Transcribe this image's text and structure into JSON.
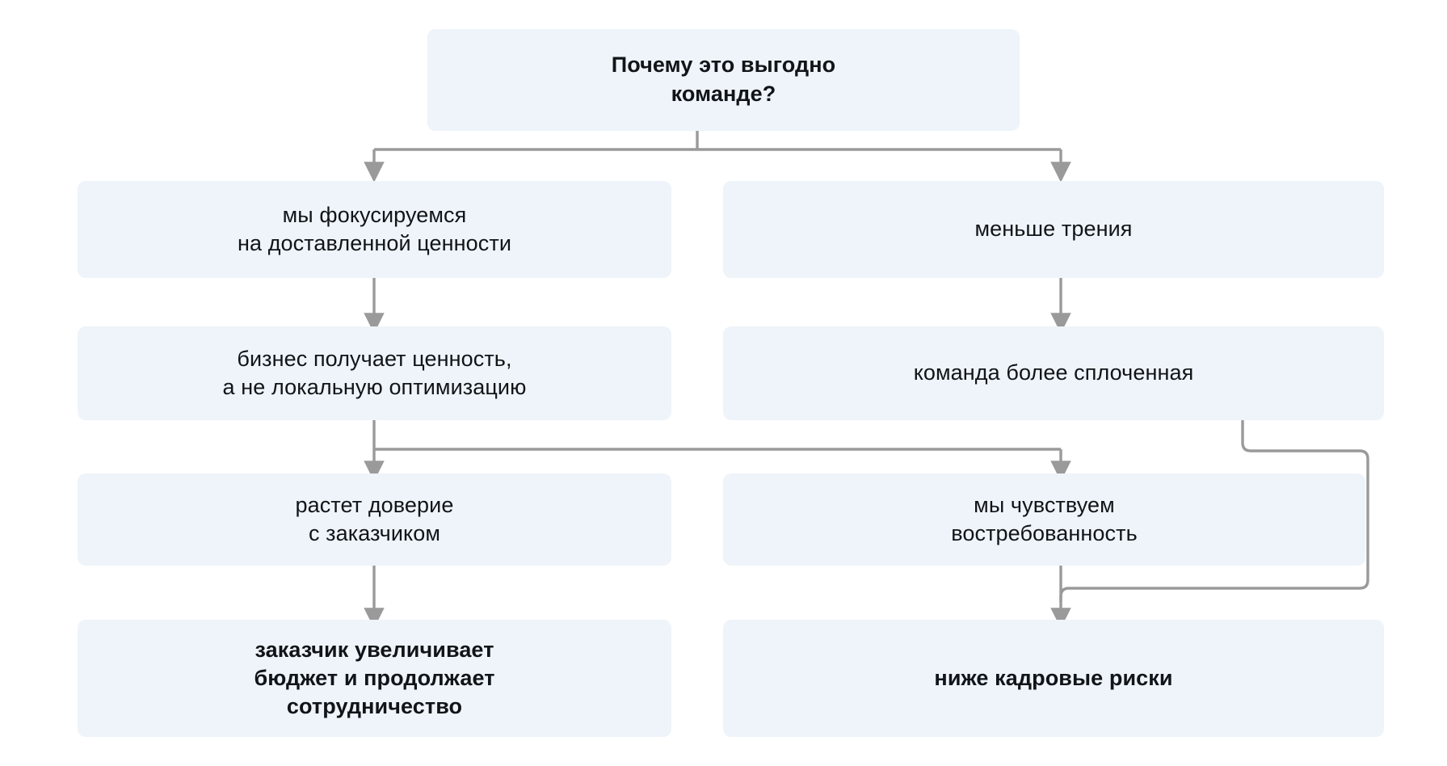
{
  "diagram": {
    "type": "flowchart",
    "title": "Почему это выгодно команде?",
    "background_color": "#ffffff",
    "node_fill_color": "#eef4f9",
    "connector_color": "#9a9a9a",
    "text_color": "#111418",
    "nodes": [
      {
        "id": "root",
        "label": "Почему это выгодно\nкоманде?",
        "emphasis": "bold",
        "row": 1,
        "column": "center"
      },
      {
        "id": "focus",
        "label": "мы фокусируемся\nна доставленной ценности",
        "emphasis": "regular",
        "row": 2,
        "column": "left"
      },
      {
        "id": "friction",
        "label": "меньше трения",
        "emphasis": "regular",
        "row": 2,
        "column": "right"
      },
      {
        "id": "value",
        "label": "бизнес получает ценность,\nа не локальную оптимизацию",
        "emphasis": "regular",
        "row": 3,
        "column": "left"
      },
      {
        "id": "cohesion",
        "label": "команда более сплоченная",
        "emphasis": "regular",
        "row": 3,
        "column": "right"
      },
      {
        "id": "trust",
        "label": "растет доверие\nс заказчиком",
        "emphasis": "regular",
        "row": 4,
        "column": "left"
      },
      {
        "id": "needed",
        "label": "мы чувствуем\nвостребованность",
        "emphasis": "regular",
        "row": 4,
        "column": "right"
      },
      {
        "id": "budget",
        "label": "заказчик увеличивает\nбюджет и продолжает\nсотрудничество",
        "emphasis": "bold",
        "row": 5,
        "column": "left"
      },
      {
        "id": "hr_risks",
        "label": "ниже кадровые риски",
        "emphasis": "bold",
        "row": 5,
        "column": "right"
      }
    ],
    "edges": [
      {
        "from": "root",
        "to": "focus"
      },
      {
        "from": "root",
        "to": "friction"
      },
      {
        "from": "focus",
        "to": "value"
      },
      {
        "from": "friction",
        "to": "cohesion"
      },
      {
        "from": "value",
        "to": "trust"
      },
      {
        "from": "value",
        "to": "needed"
      },
      {
        "from": "trust",
        "to": "budget"
      },
      {
        "from": "needed",
        "to": "hr_risks"
      },
      {
        "from": "cohesion",
        "to": "hr_risks"
      }
    ]
  }
}
